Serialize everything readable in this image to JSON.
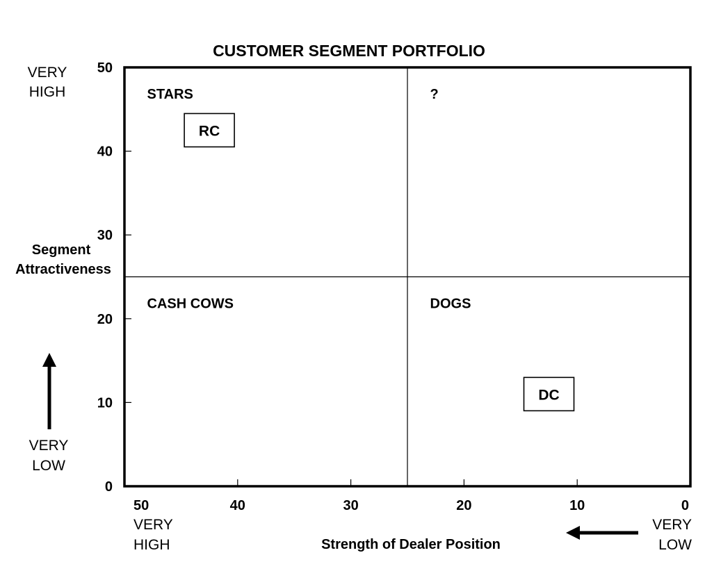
{
  "chart_data": {
    "type": "scatter",
    "title": "CUSTOMER SEGMENT PORTFOLIO",
    "xlabel": "Strength of Dealer Position",
    "ylabel": "Segment Attractiveness",
    "xlim": [
      50,
      0
    ],
    "ylim": [
      0,
      50
    ],
    "x_reversed": true,
    "x_ticks": [
      50,
      40,
      30,
      20,
      10,
      0
    ],
    "y_ticks": [
      0,
      10,
      20,
      30,
      40,
      50
    ],
    "x_tick_labels": [
      "50",
      "40",
      "30",
      "20",
      "10",
      "0"
    ],
    "y_tick_labels": [
      "0",
      "10",
      "20",
      "30",
      "40",
      "50"
    ],
    "grid": false,
    "quadrant_dividers": {
      "x": 25,
      "y": 25
    },
    "quadrants": [
      {
        "id": "stars",
        "label": "STARS",
        "x": 48,
        "y": 48
      },
      {
        "id": "question",
        "label": "?",
        "x": 23,
        "y": 48
      },
      {
        "id": "cash-cows",
        "label": "CASH COWS",
        "x": 48,
        "y": 23
      },
      {
        "id": "dogs",
        "label": "DOGS",
        "x": 23,
        "y": 23
      }
    ],
    "points": [
      {
        "label": "RC",
        "x": 42.5,
        "y": 42.5
      },
      {
        "label": "DC",
        "x": 12.5,
        "y": 11.0
      }
    ],
    "y_axis_end_labels": {
      "high_line1": "VERY",
      "high_line2": "HIGH",
      "low_line1": "VERY",
      "low_line2": "LOW"
    },
    "x_axis_end_labels": {
      "high_line1": "VERY",
      "high_line2": "HIGH",
      "low_line1": "VERY",
      "low_line2": "LOW"
    },
    "ylabel_lines": [
      "Segment",
      "Attractiveness"
    ]
  }
}
